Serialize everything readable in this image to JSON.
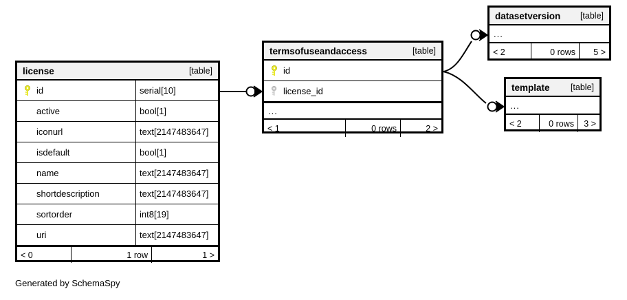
{
  "diagram": {
    "kind_label": "[table]",
    "caption": "Generated by SchemaSpy",
    "colors": {
      "primary_key": "#e8e82a",
      "foreign_key": "#c8c8c8",
      "header_background": "#f2f2f2",
      "border": "#000000",
      "background": "#ffffff"
    }
  },
  "tables": {
    "license": {
      "name": "license",
      "kind": "[table]",
      "columns": [
        {
          "key": "primary",
          "name": "id",
          "type": "serial[10]"
        },
        {
          "key": "none",
          "name": "active",
          "type": "bool[1]"
        },
        {
          "key": "none",
          "name": "iconurl",
          "type": "text[2147483647]"
        },
        {
          "key": "none",
          "name": "isdefault",
          "type": "bool[1]"
        },
        {
          "key": "none",
          "name": "name",
          "type": "text[2147483647]"
        },
        {
          "key": "none",
          "name": "shortdescription",
          "type": "text[2147483647]"
        },
        {
          "key": "none",
          "name": "sortorder",
          "type": "int8[19]"
        },
        {
          "key": "none",
          "name": "uri",
          "type": "text[2147483647]"
        }
      ],
      "footer": {
        "prev": "< 0",
        "rows": "1 row",
        "next": "1 >"
      }
    },
    "termsofuseandaccess": {
      "name": "termsofuseandaccess",
      "kind": "[table]",
      "columns": [
        {
          "key": "primary",
          "name": "id"
        },
        {
          "key": "foreign",
          "name": "license_id"
        }
      ],
      "more": "...",
      "footer": {
        "prev": "< 1",
        "rows": "0 rows",
        "next": "2 >"
      }
    },
    "datasetversion": {
      "name": "datasetversion",
      "kind": "[table]",
      "more": "...",
      "footer": {
        "prev": "< 2",
        "rows": "0 rows",
        "next": "5 >"
      }
    },
    "template": {
      "name": "template",
      "kind": "[table]",
      "more": "...",
      "footer": {
        "prev": "< 2",
        "rows": "0 rows",
        "next": "3 >"
      }
    }
  },
  "relationships": [
    {
      "from": "license.id",
      "to": "termsofuseandaccess.license_id",
      "notation": "zero-or-many"
    },
    {
      "from": "termsofuseandaccess.id",
      "to": "datasetversion",
      "notation": "zero-or-many"
    },
    {
      "from": "termsofuseandaccess.id",
      "to": "template",
      "notation": "zero-or-many"
    }
  ]
}
